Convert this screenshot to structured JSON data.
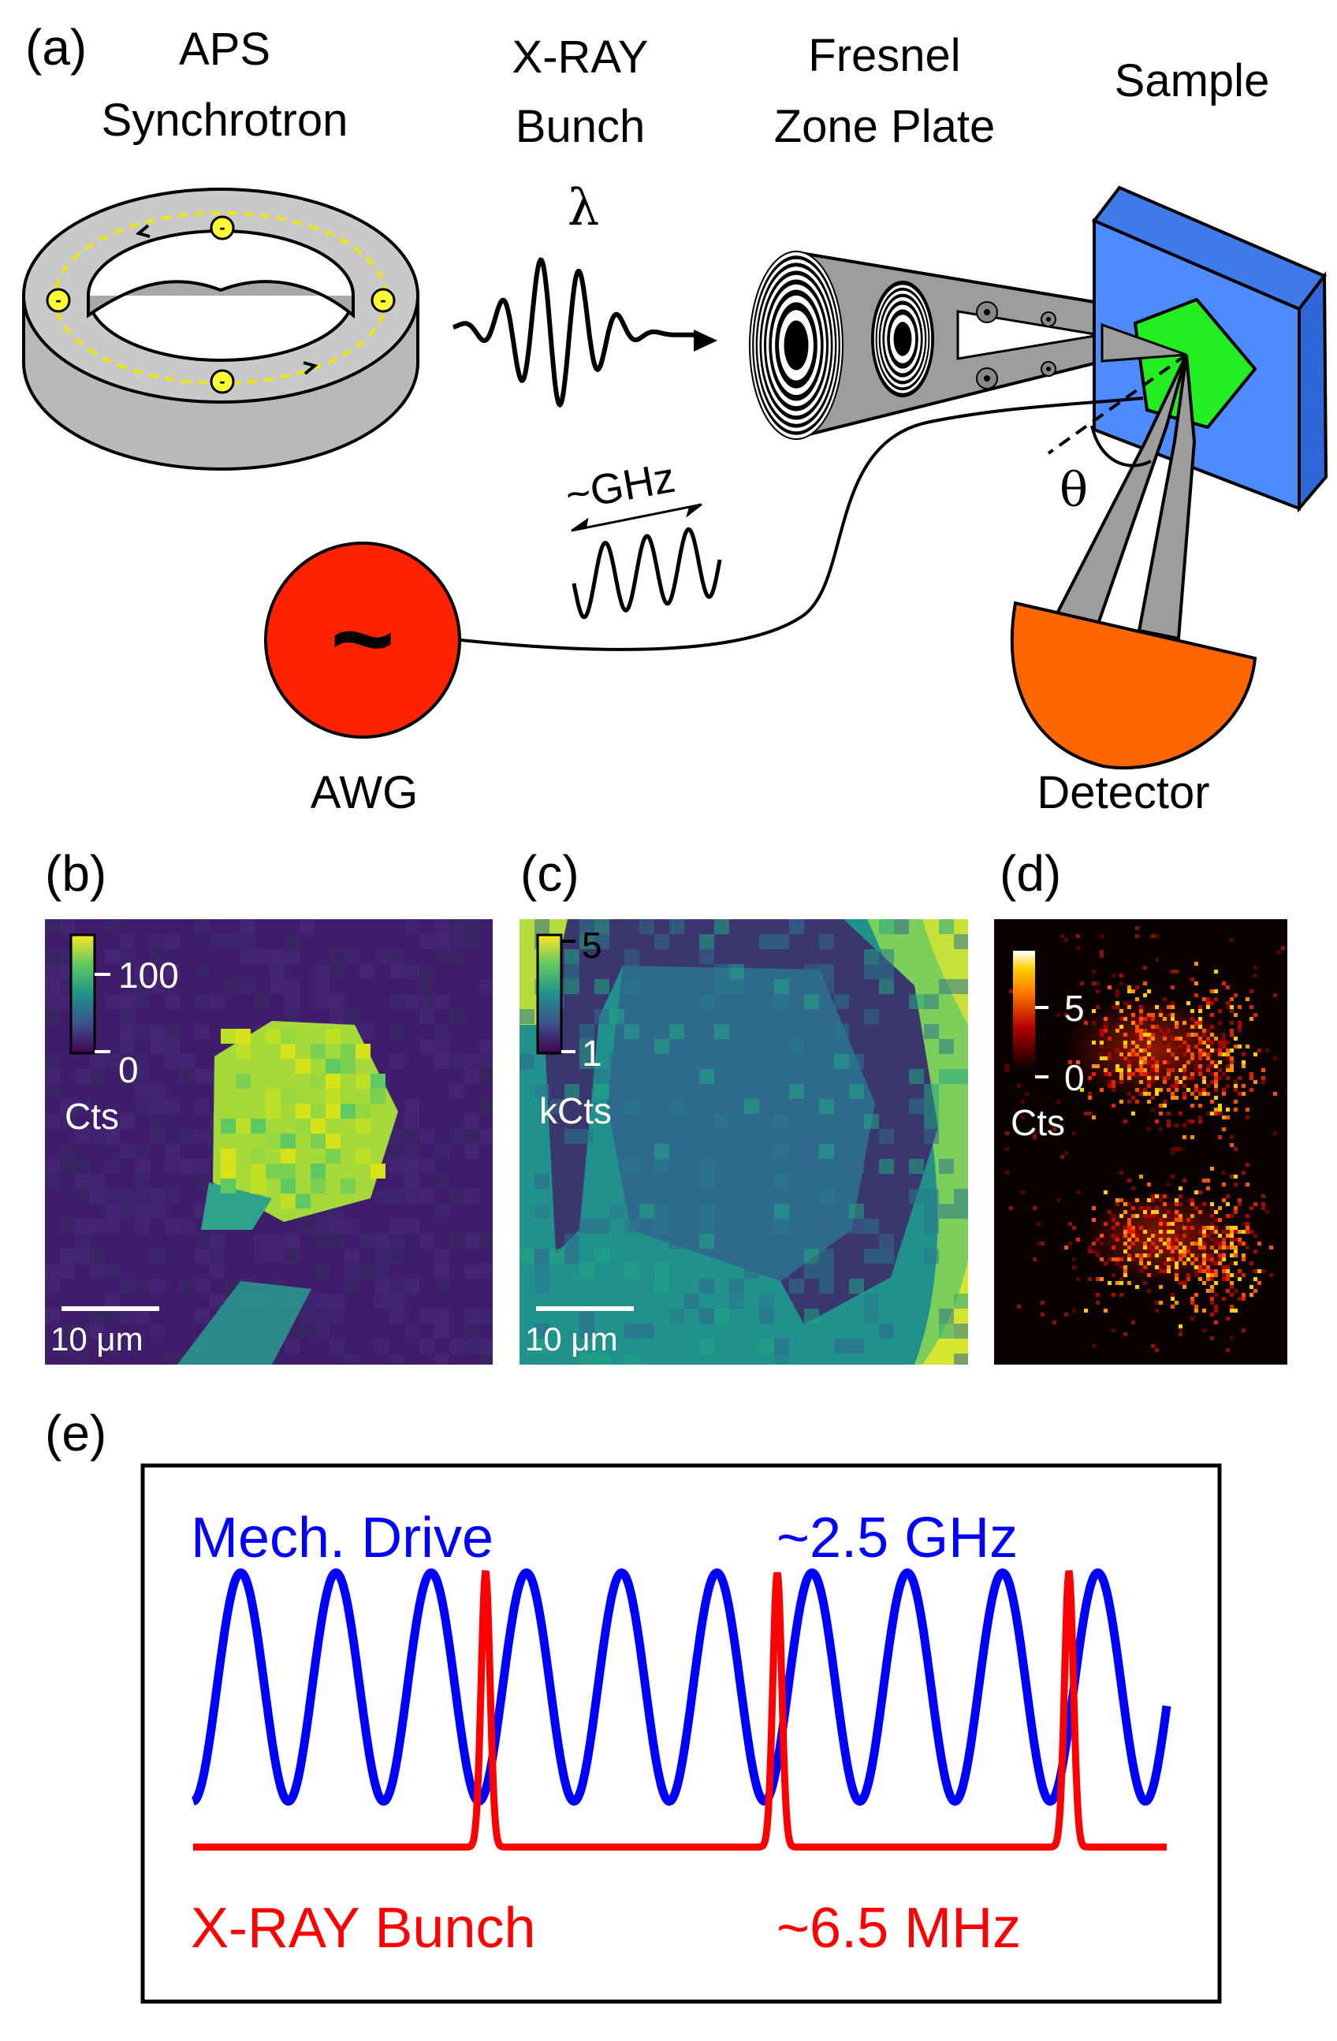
{
  "panel_a": {
    "label": "(a)",
    "synchrotron": {
      "line1": "APS",
      "line2": "Synchrotron"
    },
    "xray": {
      "line1": "X-RAY",
      "line2": "Bunch",
      "symbol": "λ"
    },
    "fresnel": {
      "line1": "Fresnel",
      "line2": "Zone Plate"
    },
    "sample": "Sample",
    "angle": "θ",
    "awg": {
      "label": "AWG",
      "symbol": "~"
    },
    "rf": "~GHz",
    "detector": "Detector",
    "electron_symbol": "-",
    "colors": {
      "ring": "#c8c8c8",
      "electron": "#ffff33",
      "sample_face": "#4d8bff",
      "sample_side": "#2f66d8",
      "device": "#22ee22",
      "awg": "#ff2200",
      "detector": "#ff6600",
      "cone": "#9d9d9d"
    }
  },
  "panel_b": {
    "label": "(b)",
    "colorbar_max": "100",
    "colorbar_min": "0",
    "colorbar_unit": "Cts",
    "scale": "10 μm",
    "colormap": "viridis"
  },
  "panel_c": {
    "label": "(c)",
    "colorbar_max": "5",
    "colorbar_min": "1",
    "colorbar_unit": "kCts",
    "scale": "10 μm",
    "colormap": "viridis"
  },
  "panel_d": {
    "label": "(d)",
    "colorbar_max": "5",
    "colorbar_min": "0",
    "colorbar_unit": "Cts",
    "colormap": "hot"
  },
  "panel_e": {
    "label": "(e)",
    "drive_label": "Mech. Drive",
    "drive_freq": "~2.5 GHz",
    "bunch_label": "X-RAY Bunch",
    "bunch_freq": "~6.5 MHz",
    "drive_color": "#0000ff",
    "bunch_color": "#ff0000"
  }
}
